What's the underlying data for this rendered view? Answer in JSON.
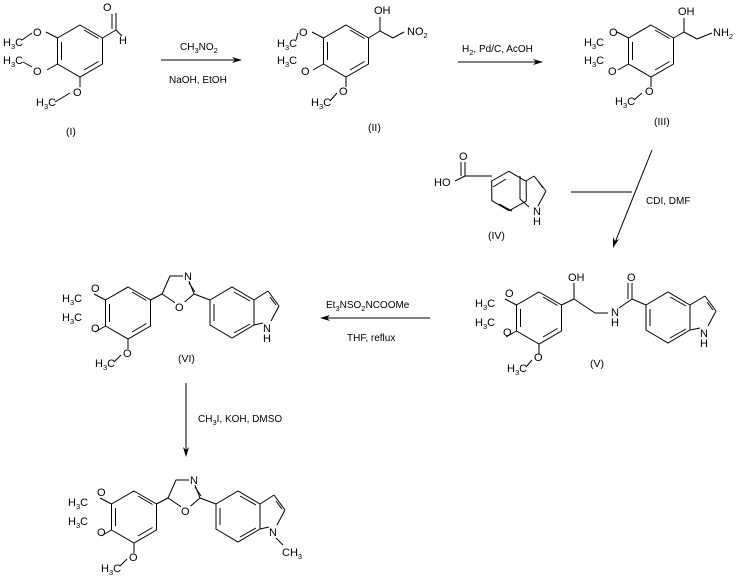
{
  "title": "Synthesis of 2-(indol-5-yl)-5-(3,4,5-trimethoxyphenyl)oxazoline",
  "compounds": [
    {
      "id": "I",
      "label": "(I)",
      "description": "3,4,5-trimethoxybenzaldehyde"
    },
    {
      "id": "II",
      "label": "(II)",
      "description": "nitro alcohol"
    },
    {
      "id": "III",
      "label": "(III)",
      "description": "amino alcohol"
    },
    {
      "id": "IV",
      "label": "(IV)",
      "description": "indole-5-carboxylic acid"
    },
    {
      "id": "V",
      "label": "(V)",
      "description": "hydroxy amide"
    },
    {
      "id": "VI",
      "label": "(VI)",
      "description": "oxazoline"
    },
    {
      "id": "VII",
      "label": "",
      "description": "N-methyl oxazoline product"
    }
  ],
  "atoms": {
    "O": "O",
    "H": "H",
    "OH": "OH",
    "N": "N",
    "NH": "N",
    "HO": "HO",
    "H3C": {
      "main": "H",
      "sub": "3",
      "tail": "C"
    },
    "NO2": {
      "main": "NO",
      "sub": "2"
    },
    "NH2": {
      "main": "NH",
      "sub": "2"
    },
    "CH3": {
      "main": "CH",
      "sub": "3"
    }
  },
  "steps": [
    {
      "from": "I",
      "to": "II",
      "direction": "right",
      "above": {
        "pre": "CH",
        "sub": "3",
        "post": "NO",
        "sub2": "2"
      },
      "below": "NaOH, EtOH"
    },
    {
      "from": "II",
      "to": "III",
      "direction": "right",
      "above": {
        "pre": "H",
        "sub": "2",
        "post": ", Pd/C, AcOH"
      },
      "below": ""
    },
    {
      "from": "III+IV",
      "to": "V",
      "direction": "down-left",
      "side": "CDI, DMF"
    },
    {
      "from": "V",
      "to": "VI",
      "direction": "left",
      "above": {
        "pre": "Et",
        "sub": "3",
        "mid": "NSO",
        "sub2": "2",
        "post": "NCOOMe"
      },
      "below": "THF, reflux"
    },
    {
      "from": "VI",
      "to": "VII",
      "direction": "down",
      "side": {
        "pre": "CH",
        "sub": "3",
        "post": "I, KOH, DMSO"
      }
    }
  ]
}
